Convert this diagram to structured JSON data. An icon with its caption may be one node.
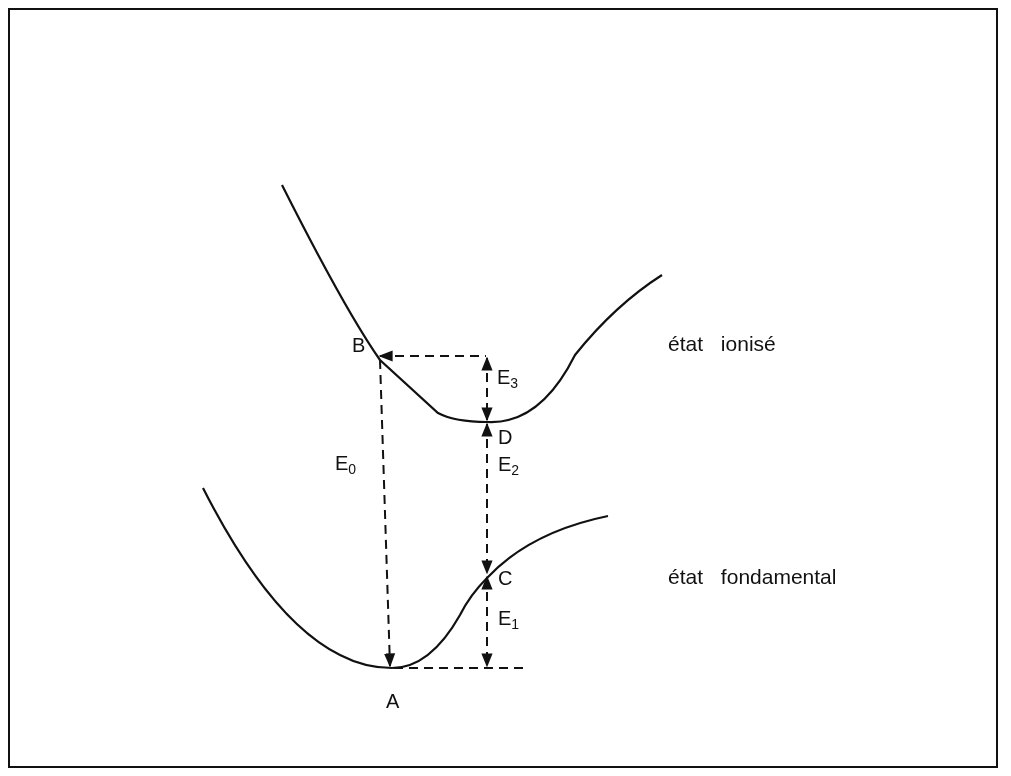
{
  "diagram": {
    "labels": [
      "B",
      "E$_{3}$",
      "état ionisé",
      "D",
      "E$_{0}$",
      "E$_{2}$",
      "C",
      "état fondamental",
      "E$_{1}$",
      "A"
    ]
  }
}
